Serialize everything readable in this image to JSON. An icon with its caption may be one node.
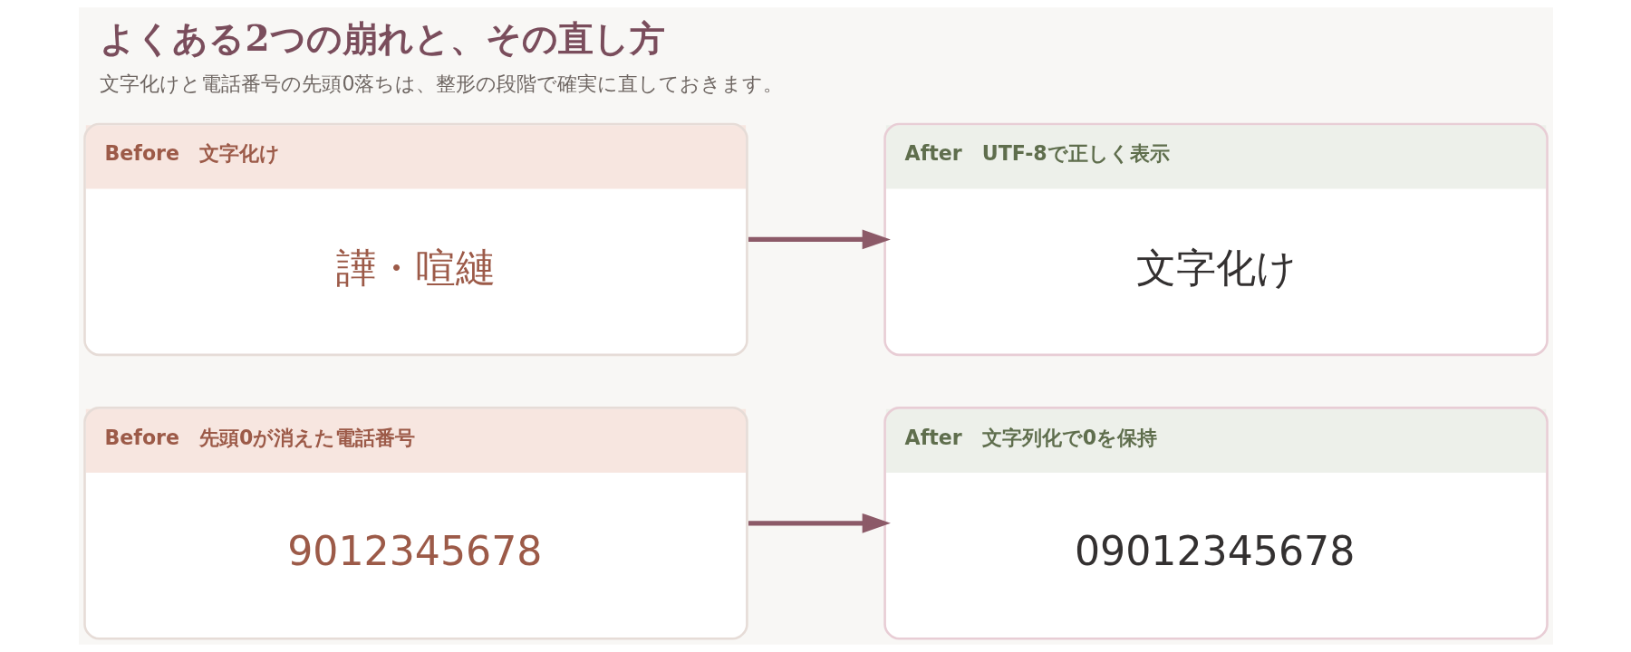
{
  "diagram": {
    "title": "よくある2つの崩れと、その直し方",
    "caption": "文字化けと電話番号の先頭0落ちは、整形の段階で確実に直しておきます。",
    "nodes": [
      {
        "text": [
          "Before　文字化け",
          "譁・喧縺"
        ]
      },
      {
        "text": [
          "After　UTF-8で正しく表示",
          "文字化け"
        ]
      },
      {
        "text": [
          "Before　先頭0が消えた電話番号",
          "9012345678"
        ]
      },
      {
        "text": [
          "After　文字列化で0を保持",
          "09012345678"
        ]
      }
    ],
    "edges": [
      {
        "from": 0,
        "to": 1,
        "arrow": "to"
      },
      {
        "from": 2,
        "to": 3,
        "arrow": "to"
      }
    ]
  }
}
